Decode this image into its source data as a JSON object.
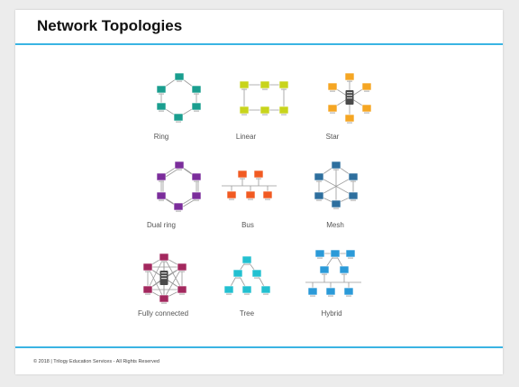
{
  "title": "Network Topologies",
  "footer": "© 2018 | Trilogy Education Services - All Rights Reserved",
  "accent_color": "#3ab4e3",
  "topologies": [
    {
      "label": "Ring",
      "color": "#1a9e8f"
    },
    {
      "label": "Linear",
      "color": "#c8d41c"
    },
    {
      "label": "Star",
      "color": "#f5a623"
    },
    {
      "label": "Dual ring",
      "color": "#7b2d9b"
    },
    {
      "label": "Bus",
      "color": "#f15a22"
    },
    {
      "label": "Mesh",
      "color": "#2e6f9e"
    },
    {
      "label": "Fully connected",
      "color": "#a3285e"
    },
    {
      "label": "Tree",
      "color": "#23c0d0"
    },
    {
      "label": "Hybrid",
      "color": "#2b9ad8"
    }
  ]
}
